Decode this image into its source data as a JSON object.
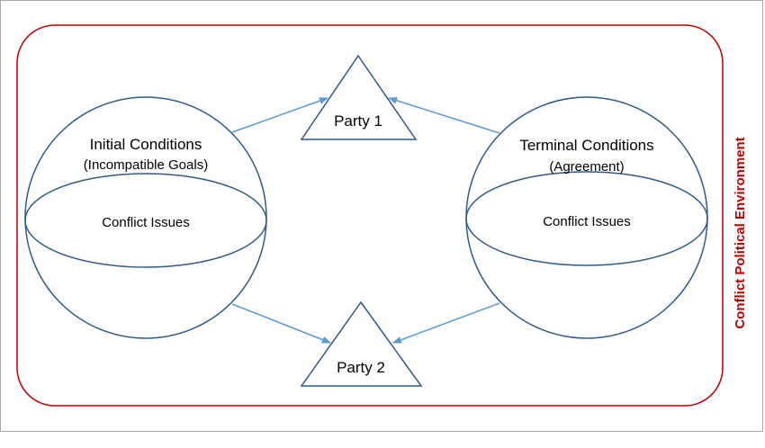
{
  "environment": {
    "label": "Conflict Political Environment",
    "color": "#c00000"
  },
  "initial": {
    "title": "Initial Conditions",
    "subtitle": "(Incompatible Goals)",
    "issues": "Conflict Issues"
  },
  "terminal": {
    "title": "Terminal Conditions",
    "subtitle": "(Agreement)",
    "issues": "Conflict Issues"
  },
  "party1": {
    "label": "Party 1"
  },
  "party2": {
    "label": "Party 2"
  },
  "colors": {
    "shape": "#2e5b8a",
    "arrow": "#5b9bd5"
  }
}
